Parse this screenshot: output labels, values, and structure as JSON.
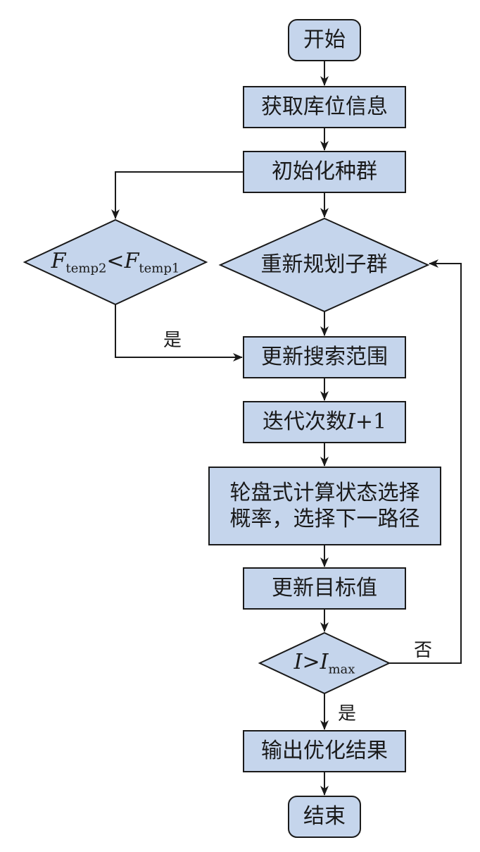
{
  "nodes": {
    "start": "开始",
    "get_info": "获取库位信息",
    "init_pop": "初始化种群",
    "replan": "重新规划子群",
    "cond_left": {
      "var1": "F",
      "sub1": "temp2",
      "op": "<",
      "var2": "F",
      "sub2": "temp1"
    },
    "update_range": "更新搜索范围",
    "iterate": {
      "text": "迭代次数",
      "var": "I",
      "suffix": "+1"
    },
    "roulette": {
      "line1": "轮盘式计算状态选择",
      "line2": "概率，选择下一路径"
    },
    "update_target": "更新目标值",
    "cond_bottom": {
      "var1": "I",
      "op": ">",
      "var2": "I",
      "sub2": "max"
    },
    "output": "输出优化结果",
    "end": "结束"
  },
  "edge_labels": {
    "yes_left": "是",
    "no_right": "否",
    "yes_bottom": "是"
  },
  "colors": {
    "fill": "#c5d5ec",
    "stroke": "#1a1a1a"
  }
}
